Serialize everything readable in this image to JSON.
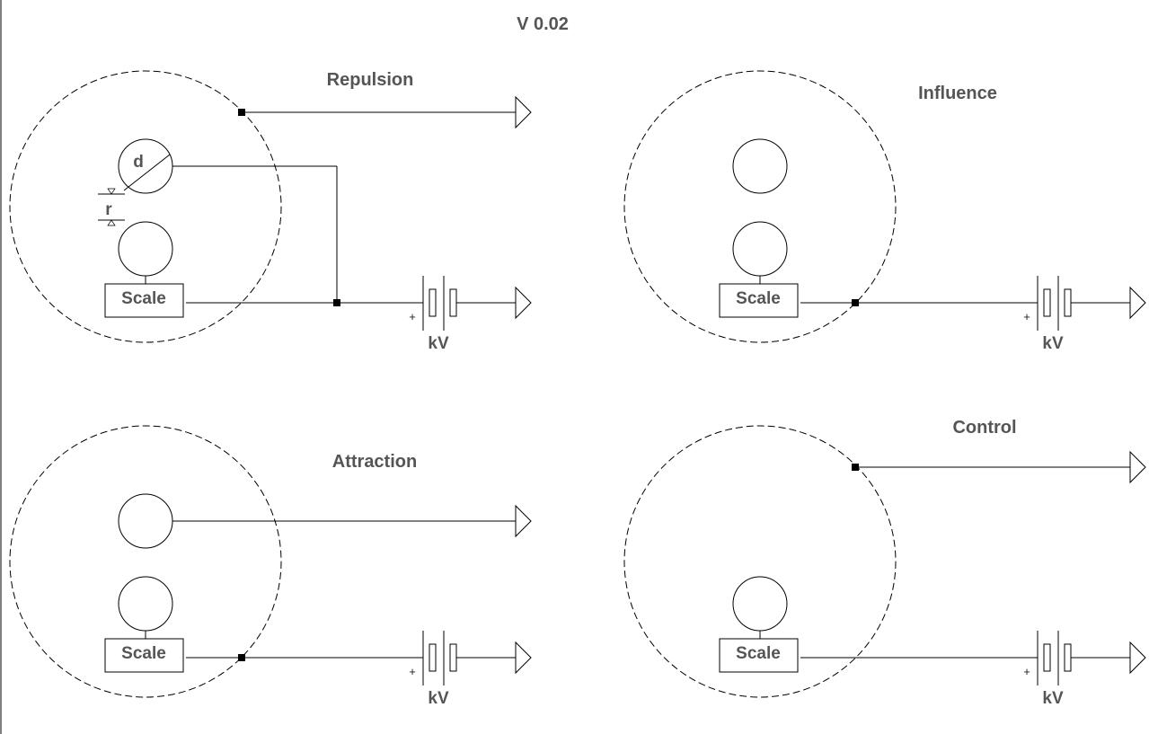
{
  "version": "V 0.02",
  "panels": [
    {
      "title": "Repulsion",
      "scale_label": "Scale",
      "unit_label": "kV",
      "plus_label": "+",
      "diameter_label": "d",
      "distance_label": "r"
    },
    {
      "title": "Influence",
      "scale_label": "Scale",
      "unit_label": "kV",
      "plus_label": "+"
    },
    {
      "title": "Attraction",
      "scale_label": "Scale",
      "unit_label": "kV",
      "plus_label": "+"
    },
    {
      "title": "Control",
      "scale_label": "Scale",
      "unit_label": "kV",
      "plus_label": "+"
    }
  ]
}
